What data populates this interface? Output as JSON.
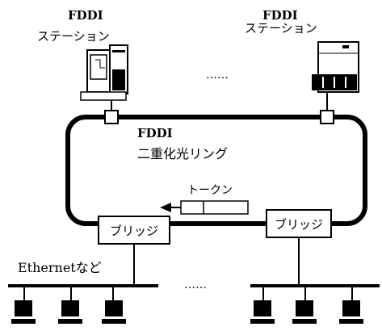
{
  "diagram": {
    "station_left_label_1": "FDDI",
    "station_left_label_2": "ステーション",
    "station_right_label_1": "FDDI",
    "station_right_label_2": "ステーション",
    "station_ellipsis": "……",
    "ring_label_1": "FDDI",
    "ring_label_2": "二重化光リング",
    "token_label": "トークン",
    "bridge_left_label": "ブリッジ",
    "bridge_right_label": "ブリッジ",
    "lan_label": "Ethernetなど",
    "lan_ellipsis": "……",
    "lan_left_terminal_count": 3,
    "lan_right_terminal_count": 3
  }
}
